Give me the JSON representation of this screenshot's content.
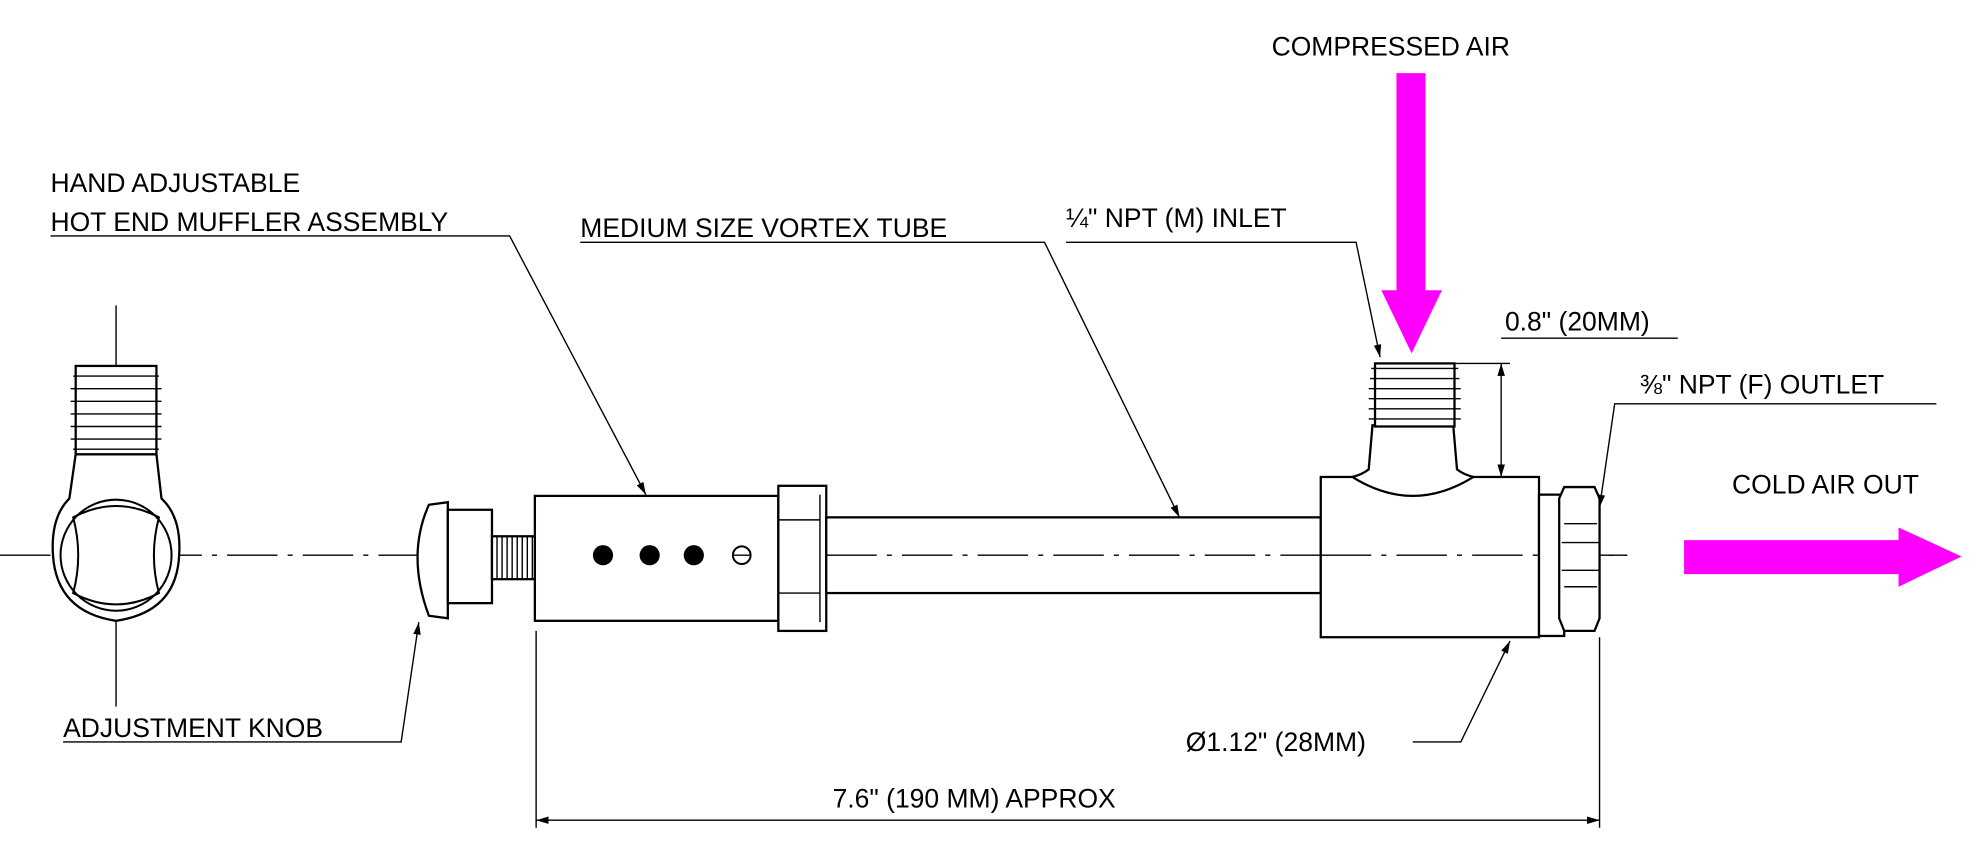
{
  "title": "Medium Size Vortex Tube Dimensional Drawing",
  "colors": {
    "arrow": "#ff00ff",
    "line": "#000000",
    "background": "#ffffff"
  },
  "labels": {
    "compressed_air": "COMPRESSED AIR",
    "hand_adjustable_line1": "HAND ADJUSTABLE",
    "hand_adjustable_line2": "HOT END MUFFLER ASSEMBLY",
    "vortex_tube": "MEDIUM SIZE VORTEX TUBE",
    "inlet": "¼\" NPT (M) INLET",
    "inlet_height": "0.8\" (20MM)",
    "outlet": "⅜\" NPT (F) OUTLET",
    "cold_air_out": "COLD AIR OUT",
    "adjustment_knob": "ADJUSTMENT KNOB",
    "diameter": "Ø1.12\" (28MM)",
    "overall_length": "7.6\" (190 MM) APPROX"
  }
}
